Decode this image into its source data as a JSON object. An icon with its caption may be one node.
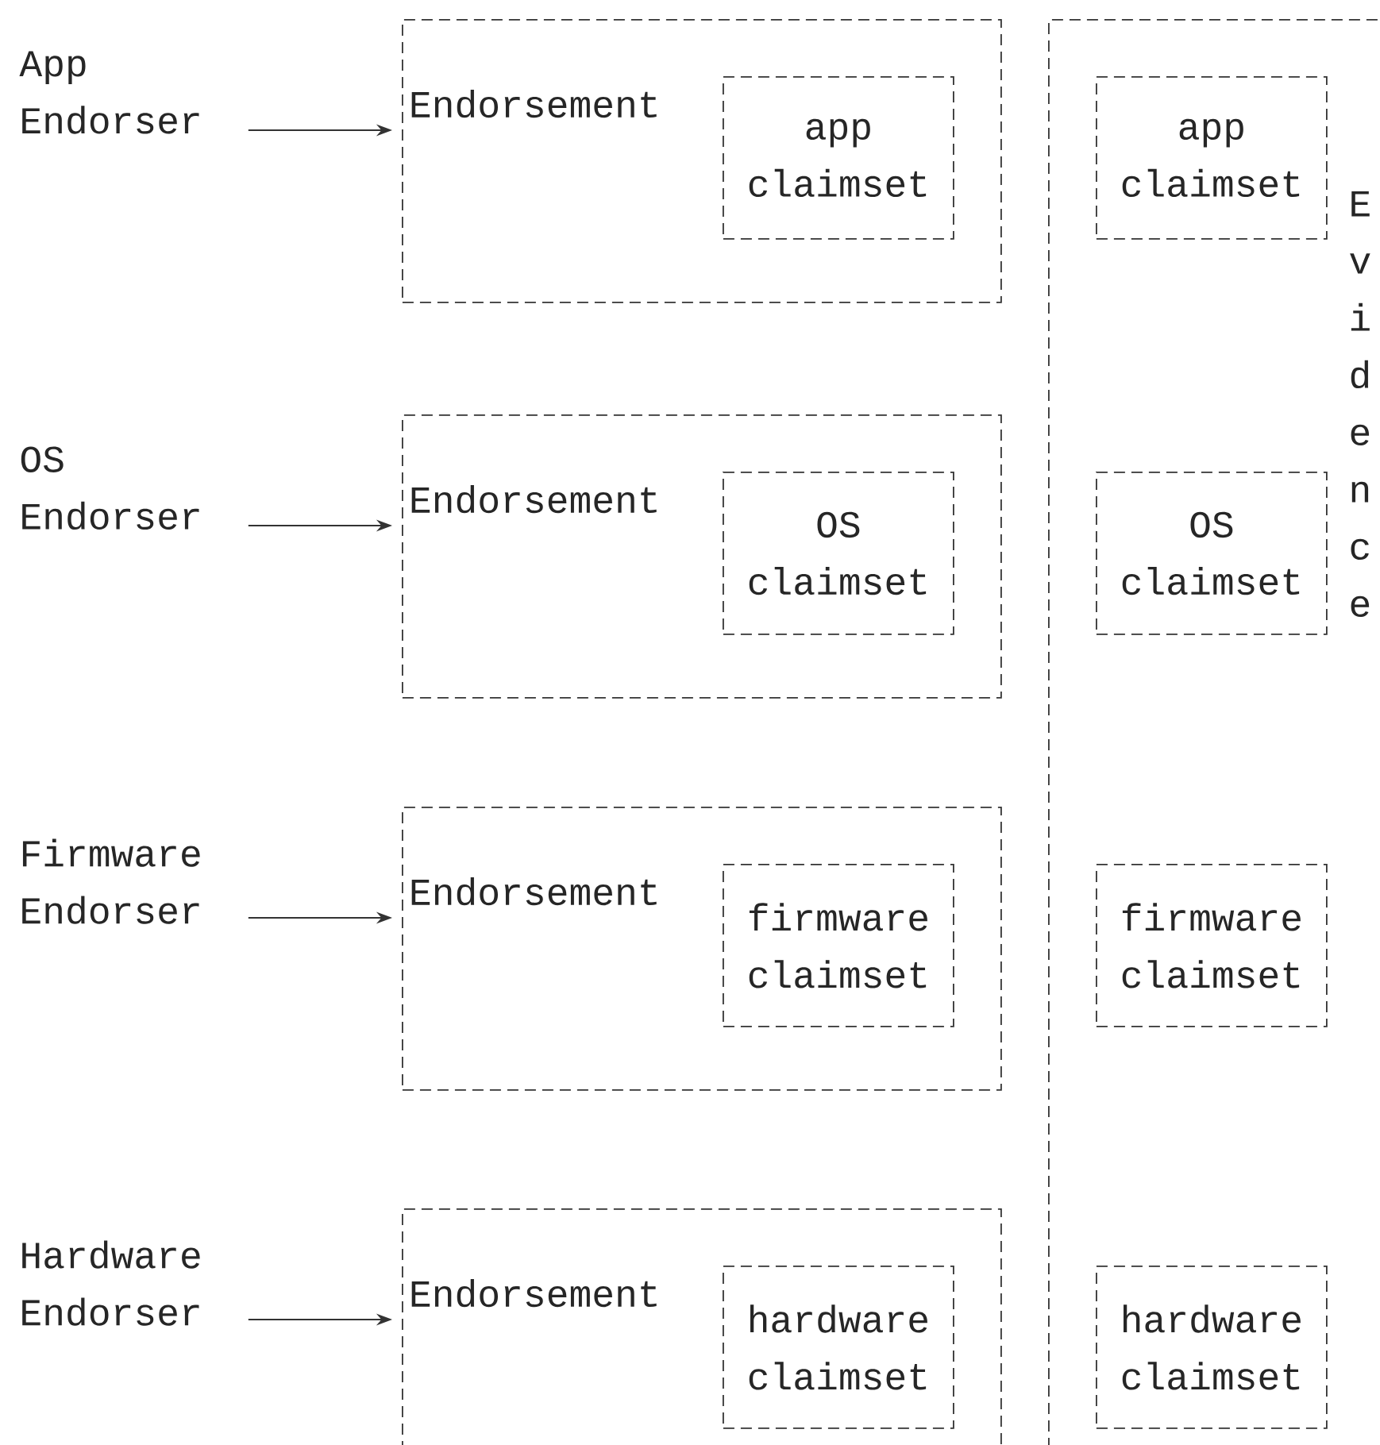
{
  "diagram": {
    "nodes": [
      {
        "text": [
          "App Endorser"
        ]
      },
      {
        "text": [
          "Endorsement"
        ]
      },
      {
        "text": [
          "app claimset"
        ],
        "in": 1
      },
      {
        "text": [
          "OS Endorser"
        ]
      },
      {
        "text": [
          "Endorsement"
        ]
      },
      {
        "text": [
          "OS claimset"
        ],
        "in": 4
      },
      {
        "text": [
          "Firmware Endorser"
        ]
      },
      {
        "text": [
          "Endorsement"
        ]
      },
      {
        "text": [
          "firmware claimset"
        ],
        "in": 7
      },
      {
        "text": [
          "Hardware Endorser"
        ]
      },
      {
        "text": [
          "Endorsement"
        ]
      },
      {
        "text": [
          "hardware claimset"
        ],
        "in": 10
      },
      {
        "text": [
          "Evidence"
        ]
      },
      {
        "text": [
          "app claimset"
        ],
        "in": 12
      },
      {
        "text": [
          "OS claimset"
        ],
        "in": 12
      },
      {
        "text": [
          "firmware claimset"
        ],
        "in": 12
      },
      {
        "text": [
          "hardware claimset"
        ],
        "in": 12
      }
    ],
    "edges": [
      {
        "from": 0,
        "to": 1,
        "arrow": "to"
      },
      {
        "from": 3,
        "to": 4,
        "arrow": "to"
      },
      {
        "from": 6,
        "to": 7,
        "arrow": "to"
      },
      {
        "from": 9,
        "to": 10,
        "arrow": "to"
      }
    ]
  }
}
